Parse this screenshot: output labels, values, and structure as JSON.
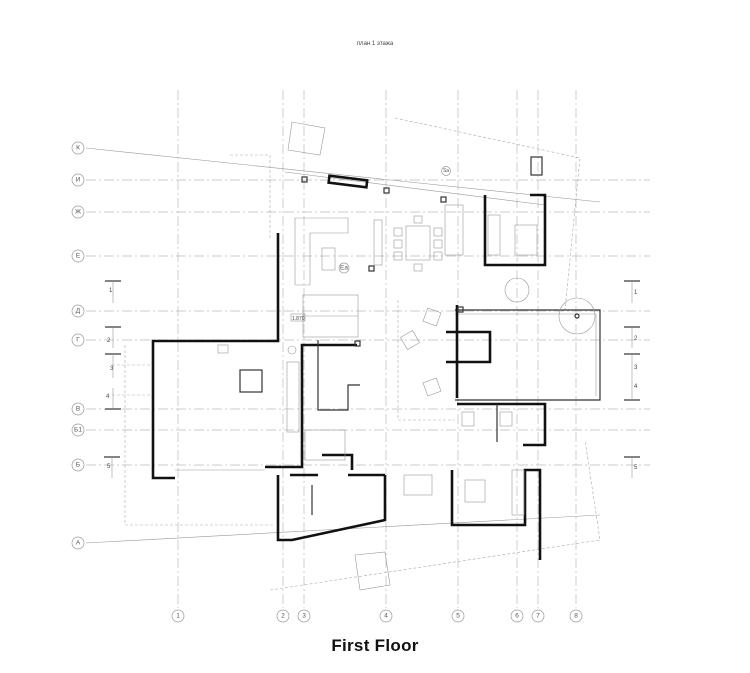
{
  "drawing": {
    "subtitle": "план 1 этажа",
    "title": "First Floor"
  },
  "grid_rows": [
    "К",
    "И",
    "Ж",
    "Е",
    "Д",
    "Г",
    "В",
    "Б1",
    "Б",
    "А"
  ],
  "grid_columns": [
    "1",
    "2",
    "3",
    "4",
    "5",
    "6",
    "7",
    "8"
  ],
  "section_marks": [
    "1",
    "2",
    "3",
    "4",
    "5"
  ],
  "annotations": {
    "elevation_mark": "1.870",
    "tag_a": "Ea",
    "tag_b": "Sa"
  }
}
